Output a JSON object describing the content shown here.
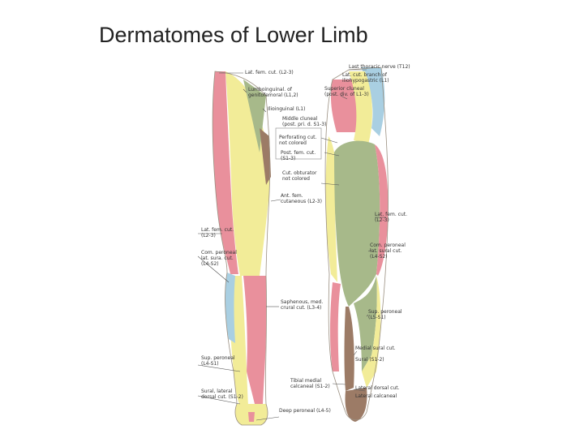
{
  "title": "Dermatomes of Lower Limb",
  "colors": {
    "pink": "#e9909c",
    "yellow": "#f2ec98",
    "olive": "#a7b98a",
    "brown": "#9c7b66",
    "blue": "#a9cfe2"
  },
  "labels": {
    "lat_fem_cut_top": "Lat. fem. cut. (L2-3)",
    "lumboinguinal": "Lumboinguinal. of",
    "genitofemoral": "genitofemoral (L1,2)",
    "ilioinguinal": "Ilioinguinal (L1)",
    "middle_cluneal": "Middle cluneal",
    "middle_cluneal_2": "(post. pri. d. S1-3)",
    "perforating": "Perforating cut.",
    "perforating_2": "not colored",
    "post_fem_cut": "Post. fem. cut.",
    "post_fem_cut_2": "(S1-3)",
    "cut_obturator": "Cut. obturator",
    "cut_obturator_2": "not colored",
    "ant_fem": "Ant. fem.",
    "ant_fem_2": "cutaneous (L2-3)",
    "lat_fem_cut_left": "Lat. fem. cut.",
    "lat_fem_cut_left_2": "(L2-3)",
    "com_peroneal_left": "Com. peroneal",
    "com_peroneal_left_2": "lat. sura. cut.",
    "com_peroneal_left_3": "(L4-S2)",
    "saphenous": "Saphenous, med.",
    "saphenous_2": "crural cut. (L3-4)",
    "sup_peroneal_left": "Sup. peroneal",
    "sup_peroneal_left_2": "(L4-S1)",
    "sural_lat": "Sural, lateral",
    "sural_lat_2": "dorsal cut. (S1-2)",
    "deep_peroneal": "Deep peroneal (L4-5)",
    "last_thoracic": "Last thoracic nerve (T12)",
    "lat_cut_branch": "Lat. cut. branch of",
    "iliohypogastric": "iliohypogastric (L1)",
    "superior_cluneal": "Superior cluneal",
    "superior_cluneal_2": "(post. div. of L1-3)",
    "lat_fem_cut_right": "Lat. fem. cut.",
    "lat_fem_cut_right_2": "(L2-3)",
    "com_peroneal_right": "Com. peroneal",
    "com_peroneal_right_2": "lat. sural cut.",
    "com_peroneal_right_3": "(L4-S2)",
    "sup_peroneal_right": "Sup. peroneal",
    "sup_peroneal_right_2": "(L5-S1)",
    "medial_sural": "Medial sural cut.",
    "sural": "Sural (S1-2)",
    "tibial_medial": "Tibial medial",
    "tibial_medial_2": "calcaneal (S1-2)",
    "lateral_dorsal": "Lateral dorsal cut.",
    "lateral_calcaneal": "Lateral calcaneal"
  }
}
